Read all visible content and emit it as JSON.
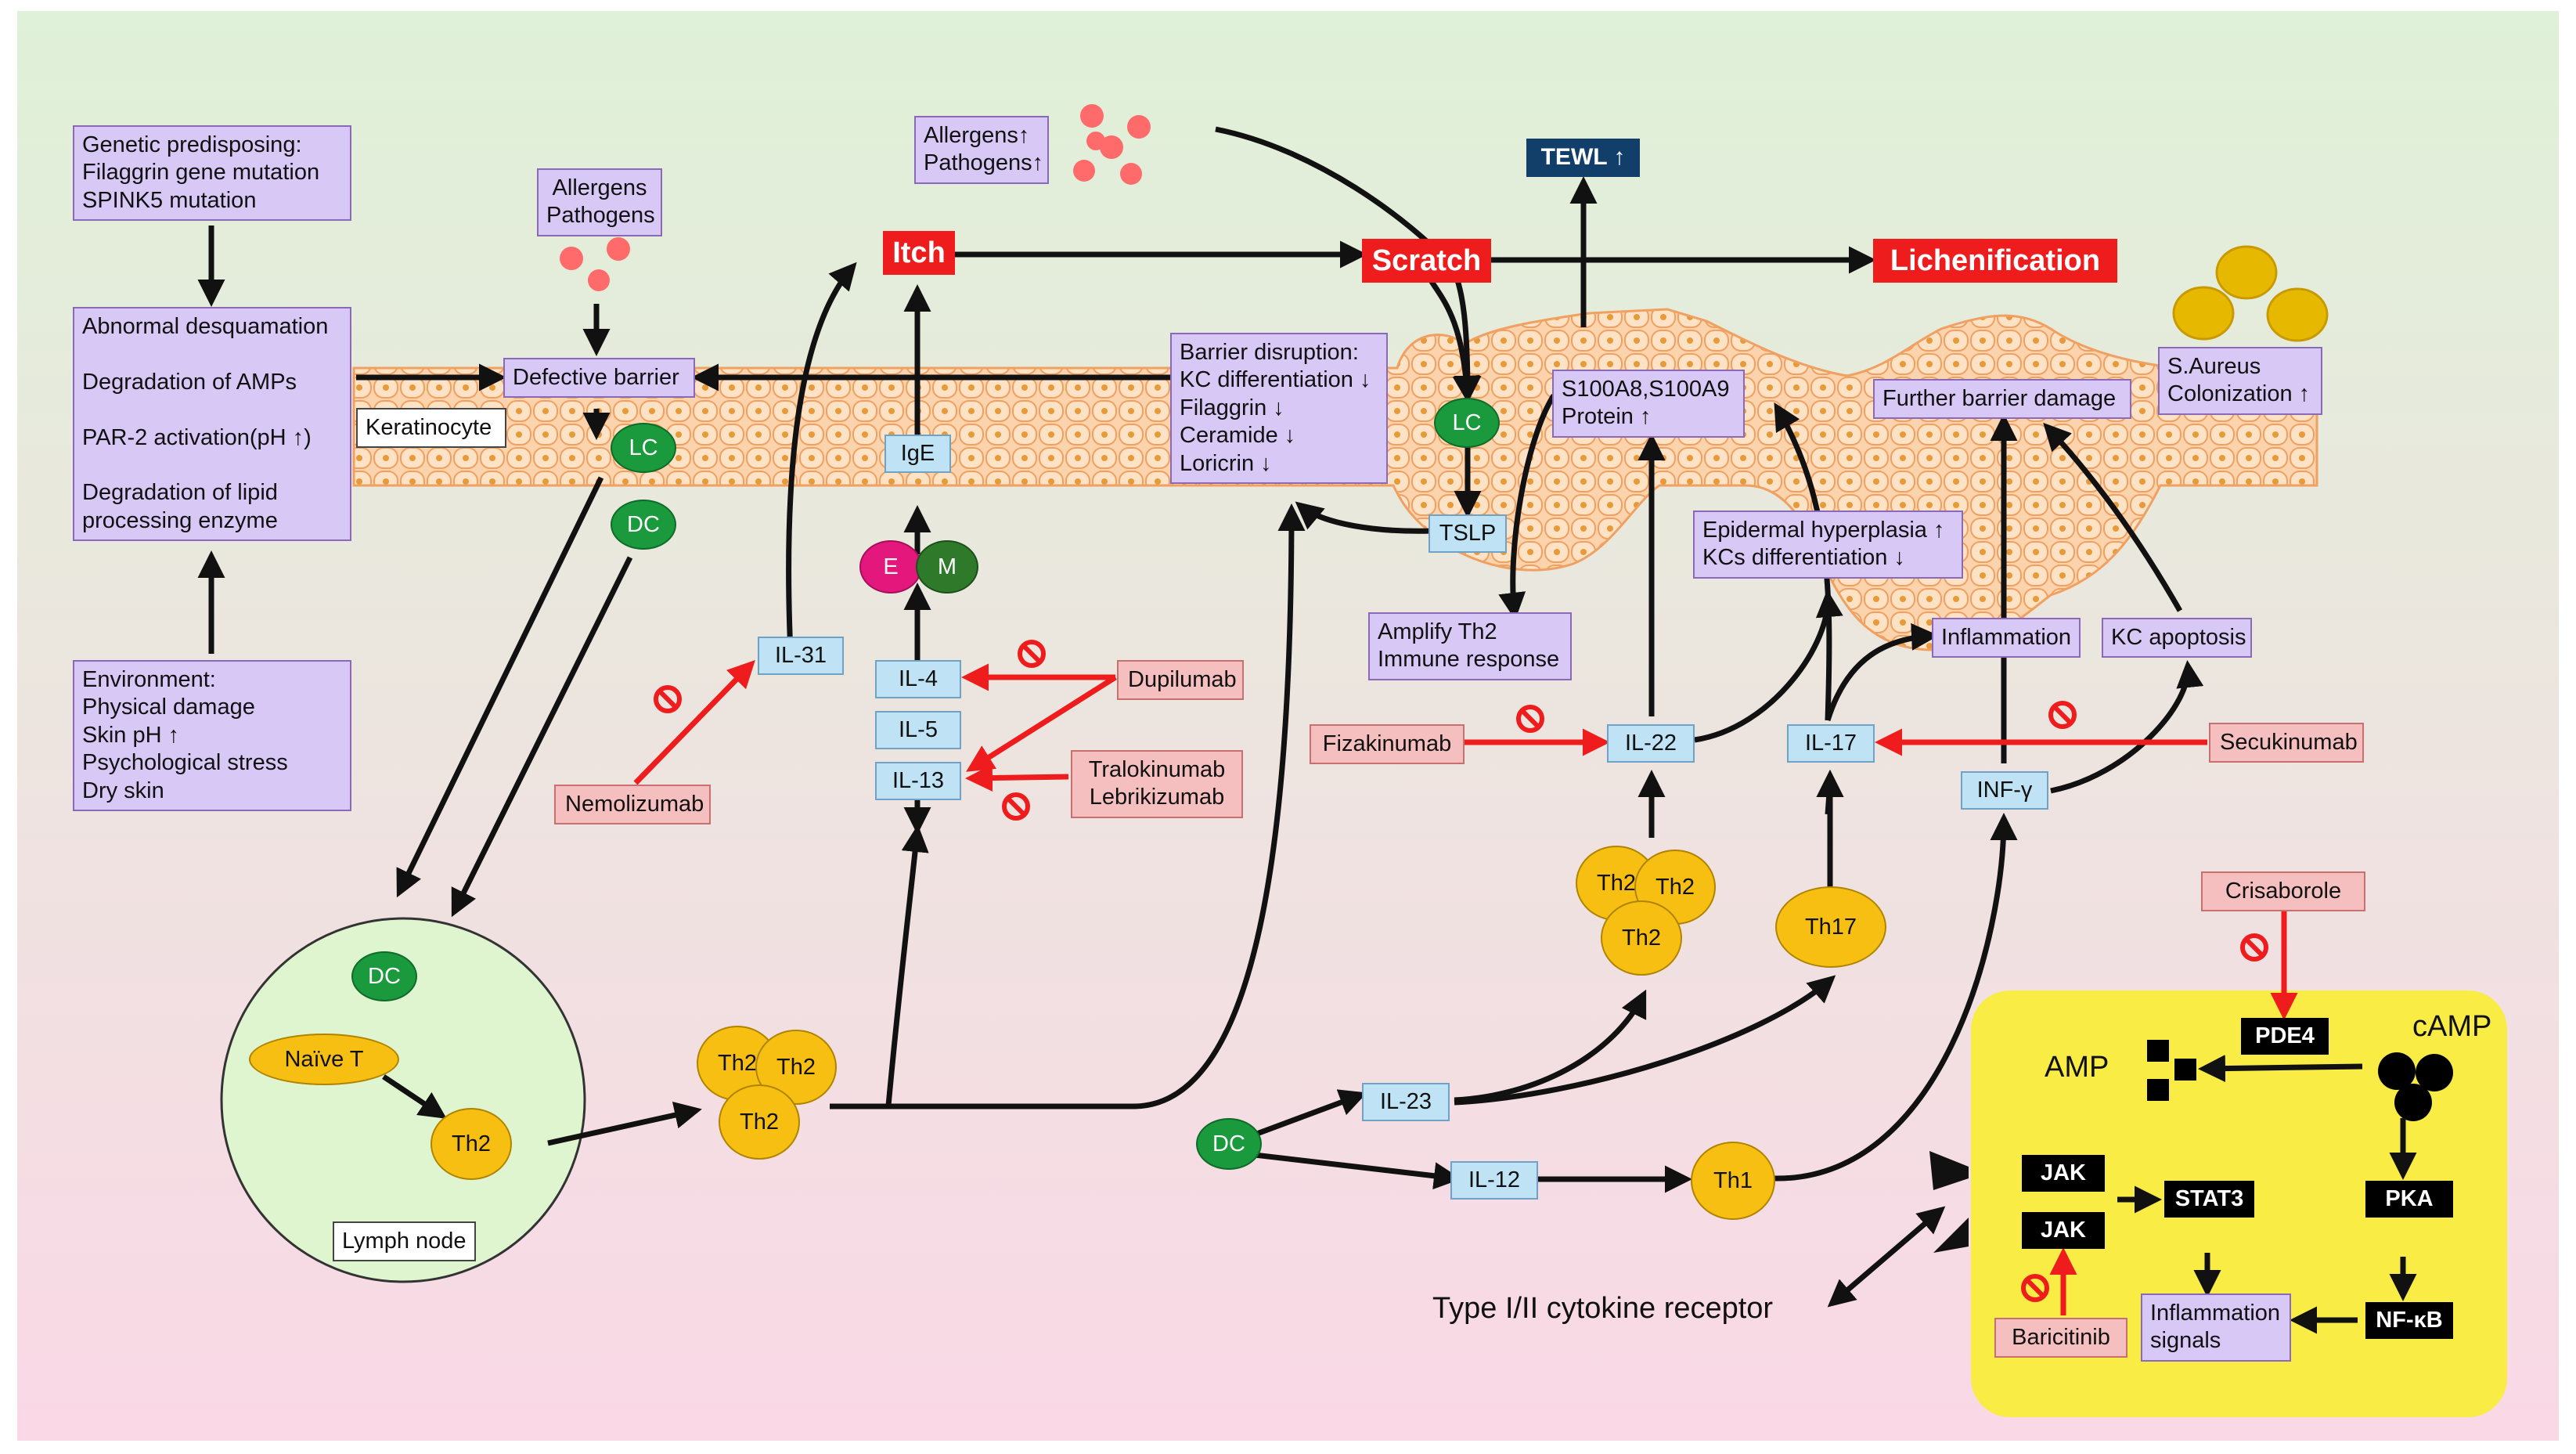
{
  "boxes": {
    "genetic": "Genetic predisposing:\nFilaggrin gene mutation\nSPINK5 mutation",
    "abnormal": "Abnormal desquamation\n\nDegradation of AMPs\n\nPAR-2 activation(pH ↑)\n\nDegradation of lipid\nprocessing enzyme",
    "environment": "Environment:\nPhysical damage\nSkin pH ↑\nPsychological stress\nDry skin",
    "allergens_left": "Allergens\nPathogens",
    "allergens_top": "Allergens↑\nPathogens↑",
    "defective_barrier": "Defective barrier",
    "keratinocyte": "Keratinocyte",
    "barrier_disruption": "Barrier disruption:\nKC differentiation ↓\nFilaggrin ↓\nCeramide ↓\nLoricrin ↓",
    "s100": "S100A8,S100A9\nProtein ↑",
    "further_barrier": "Further barrier damage",
    "s_aureus": "S.Aureus\nColonization ↑",
    "epidermal": "Epidermal hyperplasia ↑\nKCs differentiation ↓",
    "amplify": "Amplify Th2\nImmune response",
    "inflammation": "Inflammation",
    "kc_apoptosis": "KC apoptosis",
    "inflammation_signals": "Inflammation\nsignals",
    "lymph_node": "Lymph node"
  },
  "outcomes": {
    "itch": "Itch",
    "scratch": "Scratch",
    "lichenification": "Lichenification",
    "tewl": "TEWL ↑"
  },
  "cytokines": {
    "ige": "IgE",
    "il31": "IL-31",
    "il4": "IL-4",
    "il5": "IL-5",
    "il13": "IL-13",
    "tslp": "TSLP",
    "il22": "IL-22",
    "il17": "IL-17",
    "infg": "INF-γ",
    "il23": "IL-23",
    "il12": "IL-12"
  },
  "drugs": {
    "dupilumab": "Dupilumab",
    "tralokinumab": "Tralokinumab\nLebrikizumab",
    "nemolizumab": "Nemolizumab",
    "fizakinumab": "Fizakinumab",
    "secukinumab": "Secukinumab",
    "crisaborole": "Crisaborole",
    "baricitinib": "Baricitinib"
  },
  "signaling": {
    "pde4": "PDE4",
    "jak1": "JAK",
    "jak2": "JAK",
    "stat3": "STAT3",
    "pka": "PKA",
    "nfkb": "NF-κB",
    "amp": "AMP",
    "camp": "cAMP",
    "receptor": "Type I/II cytokine receptor"
  },
  "cells": {
    "lc1": "LC",
    "dc1": "DC",
    "lc2": "LC",
    "e": "E",
    "m": "M",
    "dc_node": "DC",
    "naive_t": "Naïve T",
    "th2_node": "Th2",
    "th2_a": "Th2",
    "th2_b": "Th2",
    "th2_c": "Th2",
    "th2_d": "Th2",
    "th2_e": "Th2",
    "th2_f": "Th2",
    "th17": "Th17",
    "th1": "Th1",
    "dc2": "DC"
  },
  "colors": {
    "bg_top": "#dff1d8",
    "bg_bottom": "#fad8e6",
    "skin": "#fbd3ad",
    "skin_edge": "#f0a060",
    "yellow_panel": "#f9ec44",
    "lymph": "#def5cf",
    "inhibit": "#ee1c1c"
  }
}
